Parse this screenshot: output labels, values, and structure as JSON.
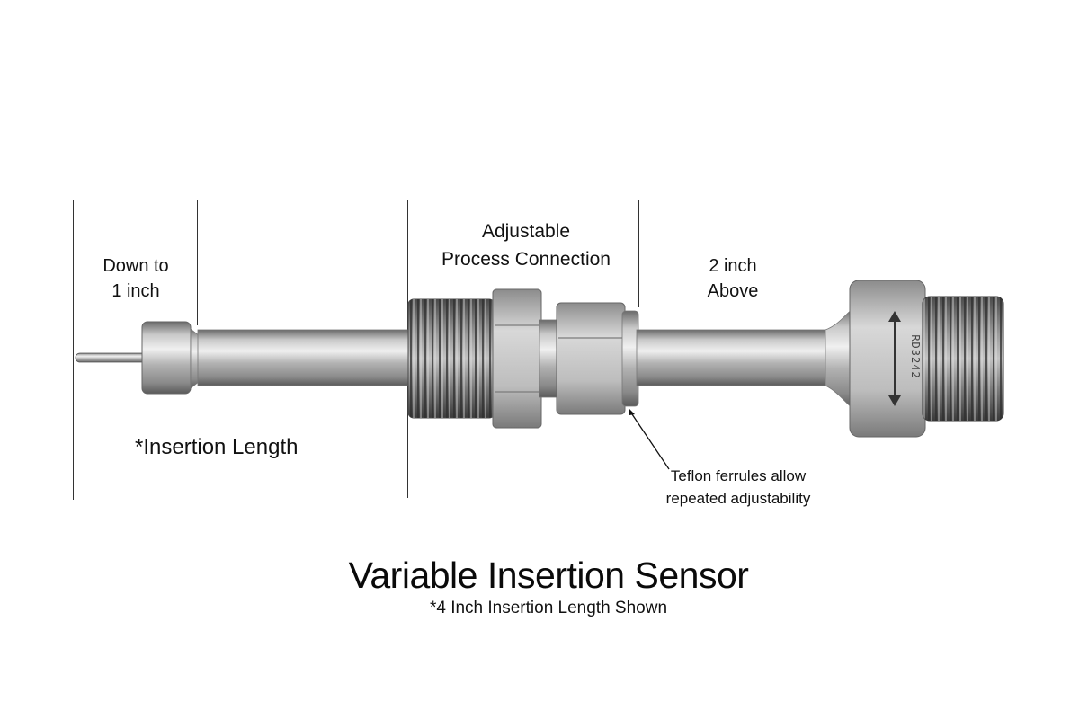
{
  "labels": {
    "down_to_line1": "Down to",
    "down_to_line2": "1 inch",
    "adjustable_line1": "Adjustable",
    "adjustable_line2": "Process Connection",
    "above_line1": "2 inch",
    "above_line2": "Above",
    "insertion_length": "*Insertion Length",
    "teflon_line1": "Teflon ferrules allow",
    "teflon_line2": "repeated adjustability"
  },
  "title": "Variable Insertion Sensor",
  "subtitle": "*4 Inch Insertion Length Shown",
  "part_marking": "RD3242",
  "icons": {
    "sensor": "sensor-probe-icon",
    "adjust_arrow": "double-arrow-icon",
    "pointer": "leader-arrow-icon"
  },
  "colors": {
    "background": "#ffffff",
    "text": "#111111",
    "steel_light": "#d9d9d9",
    "steel_mid": "#a8a8a8",
    "steel_dark": "#5e5e5e",
    "thread_dark": "#3c3c3c"
  }
}
